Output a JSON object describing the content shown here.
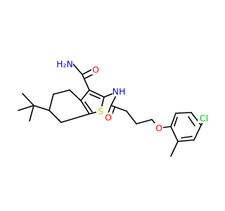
{
  "colors": {
    "bond": "#000000",
    "carbon_label": "#000000",
    "N": "#0000ff",
    "O": "#ff0000",
    "S": "#cccc00",
    "Cl": "#00cc00"
  },
  "atoms": {
    "H2N": "H₂N",
    "O_amide1": "O",
    "S_ring": "S",
    "NH_amide": "NH",
    "O_amide2": "O",
    "O_ether": "O",
    "Cl": "Cl"
  }
}
